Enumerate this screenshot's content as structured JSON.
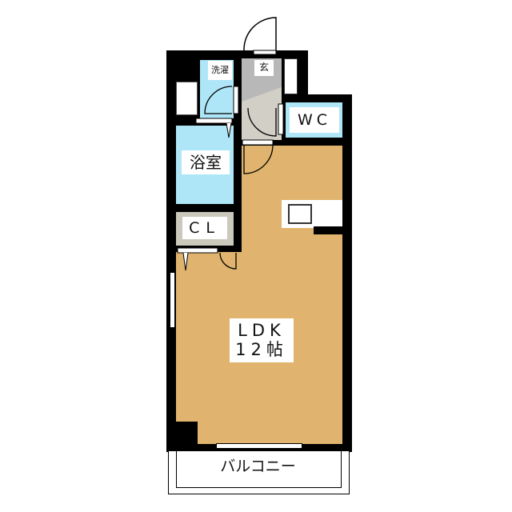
{
  "rooms": {
    "laundry": "洗濯",
    "entrance": "玄",
    "wc": "WC",
    "bath": "浴室",
    "closet": "CL",
    "ldk_name": "LDK",
    "ldk_size": "12帖",
    "balcony": "バルコニー"
  },
  "colors": {
    "ldk": "#e0b46e",
    "wet": "#aee6f7",
    "closet": "#cbc8bc",
    "entrance": "#c2c2c2",
    "wall": "#000000"
  }
}
